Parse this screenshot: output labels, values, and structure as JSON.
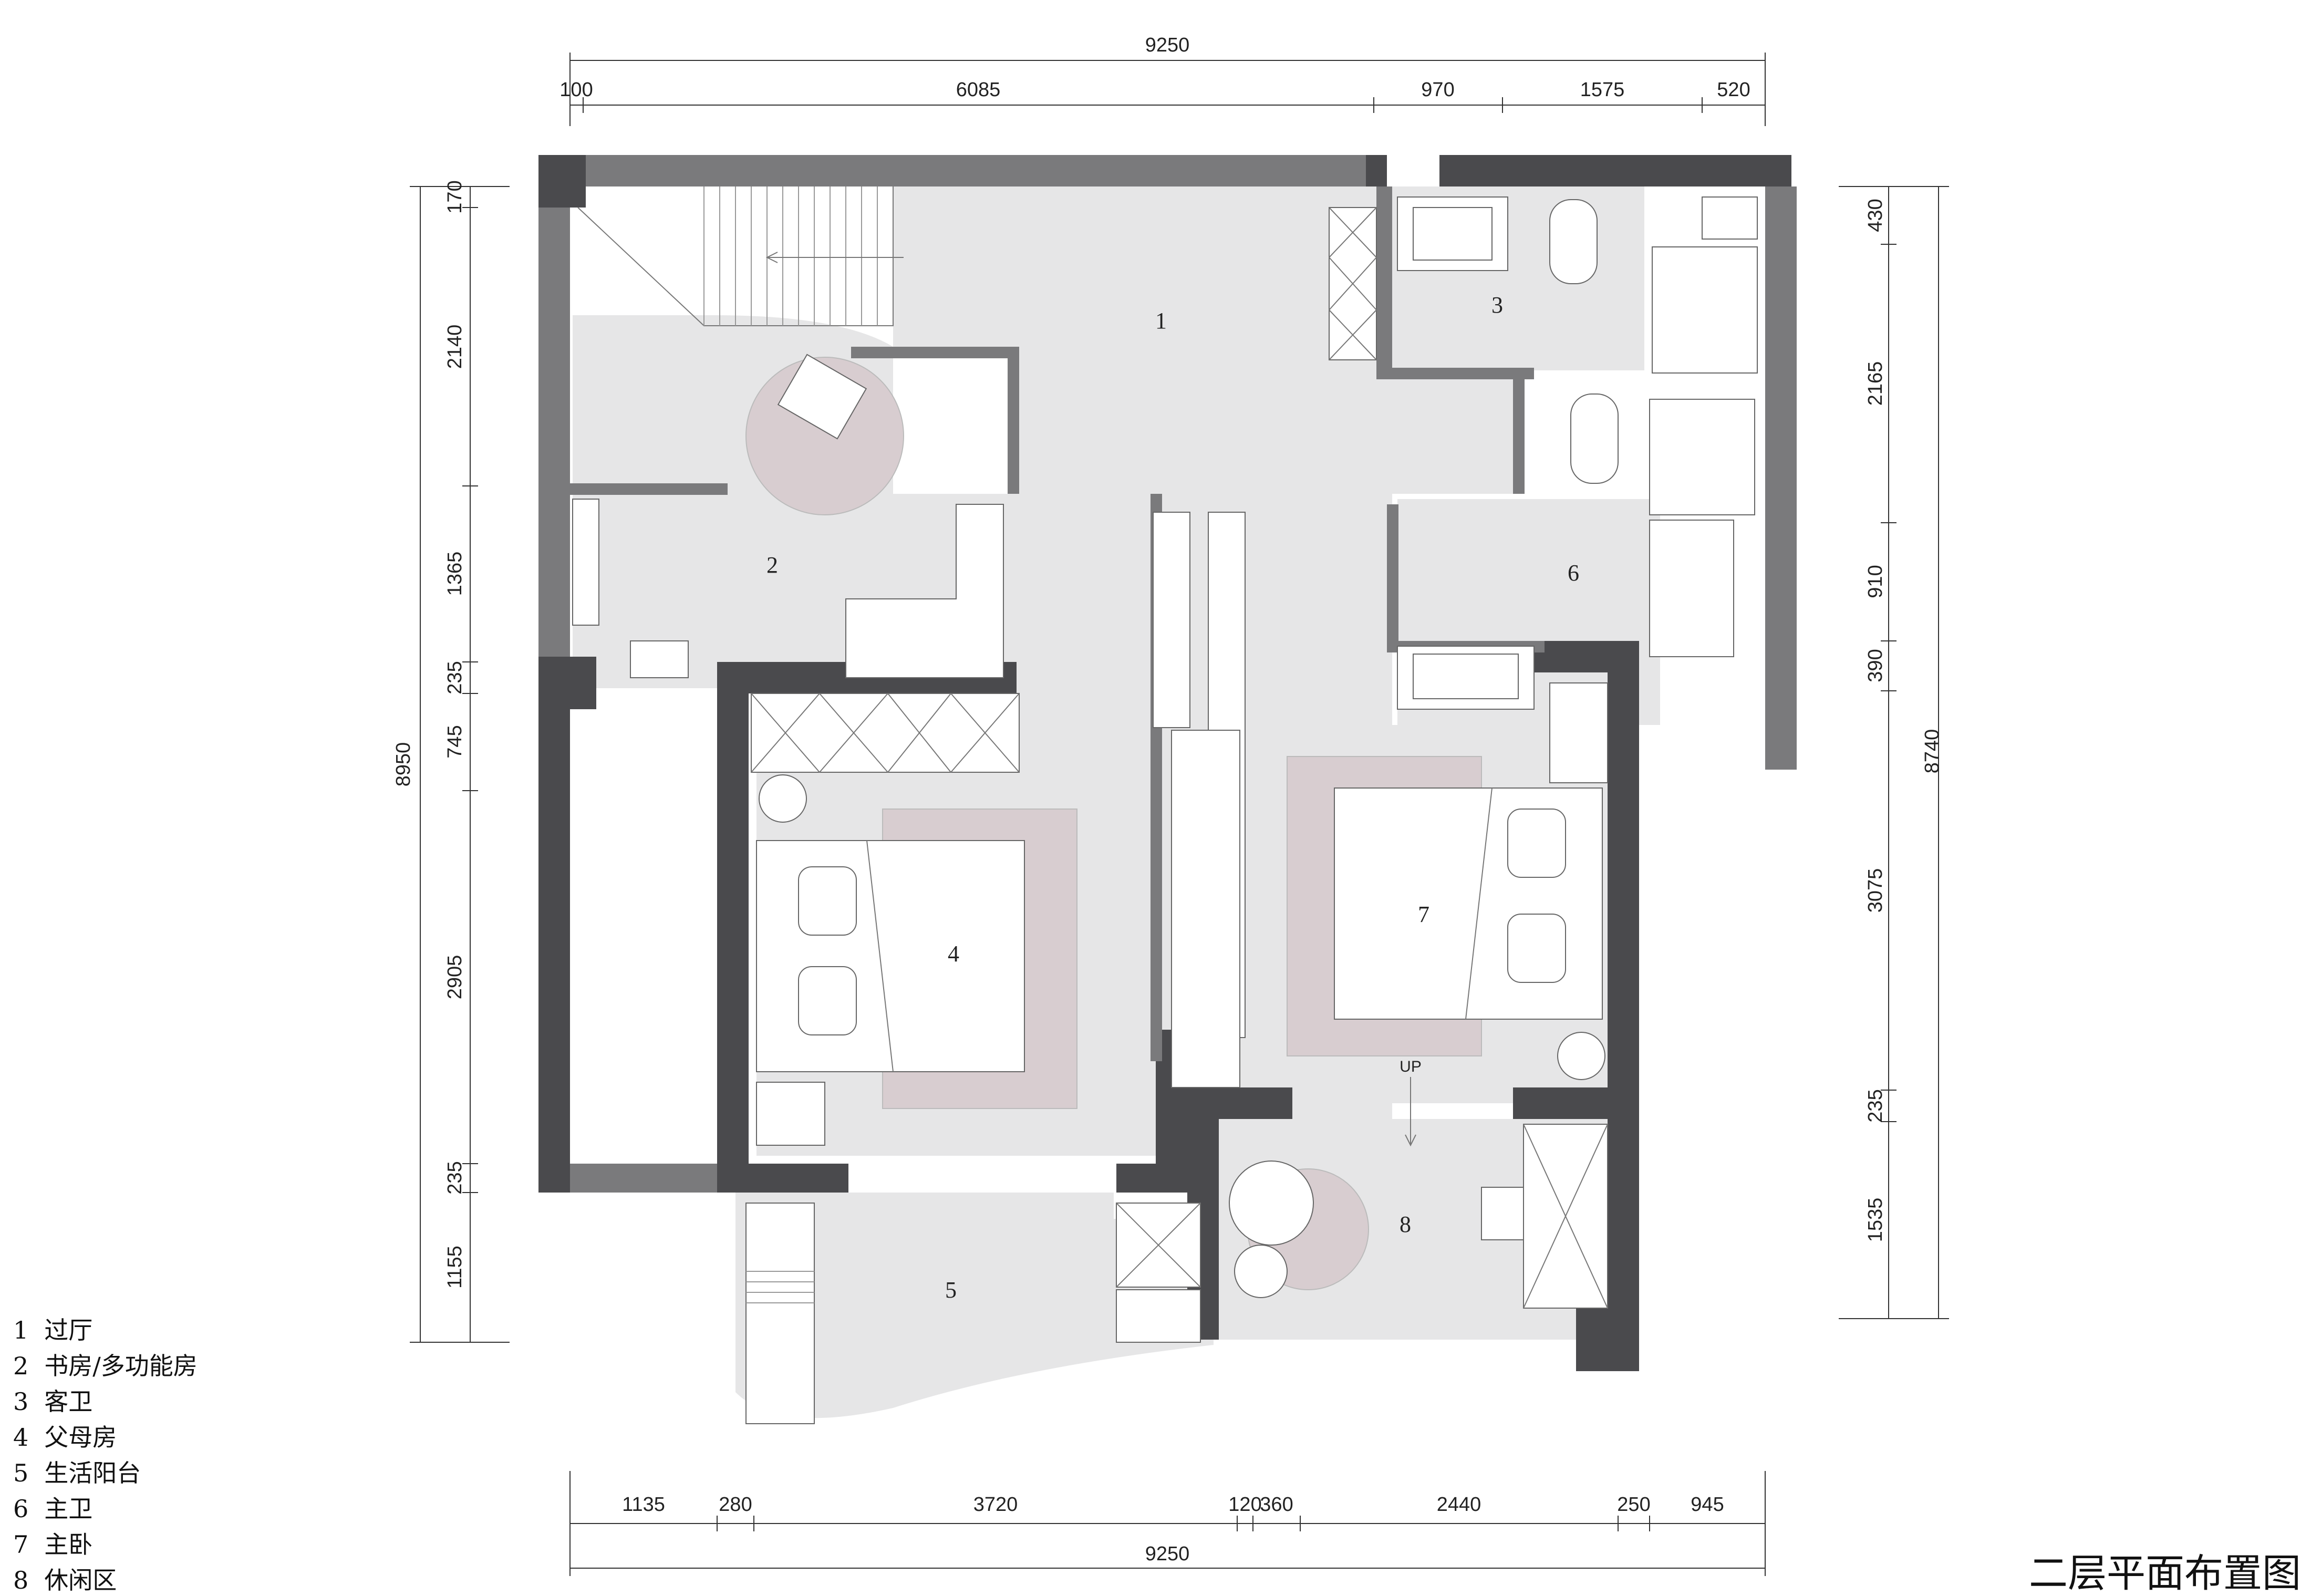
{
  "title": "二层平面布置图",
  "top_dims": {
    "total": "9250",
    "segments": [
      "100",
      "6085",
      "970",
      "1575",
      "520"
    ]
  },
  "bottom_dims": {
    "total": "9250",
    "segments": [
      "1135",
      "280",
      "3720",
      "120",
      "360",
      "2440",
      "250",
      "945"
    ]
  },
  "left_dims": {
    "total": "8950",
    "segments": [
      "170",
      "2140",
      "1365",
      "235",
      "745",
      "2905",
      "235",
      "1155"
    ]
  },
  "right_dims": {
    "total": "8740",
    "segments": [
      "430",
      "2165",
      "910",
      "390",
      "3075",
      "235",
      "1535"
    ]
  },
  "room_numbers": [
    "1",
    "2",
    "3",
    "4",
    "5",
    "6",
    "7",
    "8"
  ],
  "stair_label": "UP",
  "legend": [
    {
      "num": "1",
      "name": "过厅"
    },
    {
      "num": "2",
      "name": "书房/多功能房"
    },
    {
      "num": "3",
      "name": "客卫"
    },
    {
      "num": "4",
      "name": "父母房"
    },
    {
      "num": "5",
      "name": "生活阳台"
    },
    {
      "num": "6",
      "name": "主卫"
    },
    {
      "num": "7",
      "name": "主卧"
    },
    {
      "num": "8",
      "name": "休闲区"
    }
  ]
}
